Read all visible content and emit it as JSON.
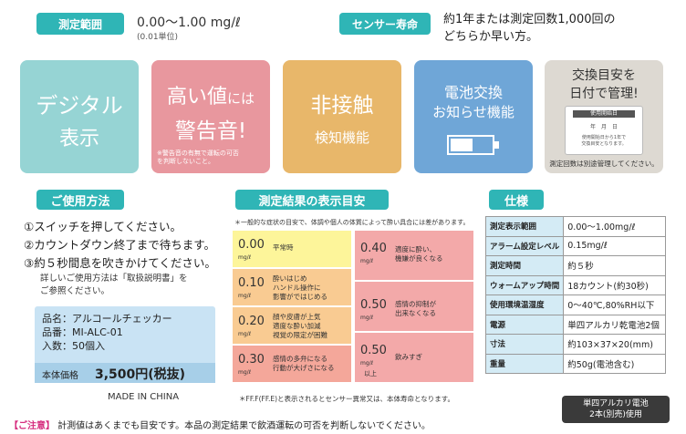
{
  "range": {
    "label": "測定範囲",
    "value": "0.00～1.00 mg/ℓ",
    "unit": "(0.01単位)"
  },
  "life": {
    "label": "センサー寿命",
    "text_line1": "約1年または測定回数1,000回の",
    "text_line2": "どちらか早い方。"
  },
  "tiles": {
    "digital": {
      "line1": "デジタル",
      "line2": "表示"
    },
    "alarm": {
      "line1a": "高い値",
      "line1b": "には",
      "line2": "警告音!",
      "note_line1": "※警告音の有無で運転の可否",
      "note_line2": "を判断しないこと。"
    },
    "noncontact": {
      "line1": "非接触",
      "line2": "検知機能"
    },
    "battery": {
      "line1": "電池交換",
      "line2": "お知らせ機能"
    },
    "replace": {
      "line1": "交換目安を",
      "line2": "日付で管理!",
      "card_title": "使用開始日",
      "card_date": "年　月　日",
      "card_text1": "使用開始日から1年で",
      "card_text2": "交換目安となります。",
      "note": "測定回数は別途管理してください。"
    }
  },
  "usage": {
    "label": "ご使用方法",
    "steps": [
      "①スイッチを押してください。",
      "②カウントダウン終了まで待ちます。",
      "③約５秒間息を吹きかけてください。"
    ],
    "note_line1": "詳しいご使用方法は「取扱説明書」を",
    "note_line2": "ご参照ください。"
  },
  "product": {
    "name": "品名：アルコールチェッカー",
    "code": "品番：MI-ALC-01",
    "qty": "入数：50個入",
    "price_label": "本体価格",
    "price_value": "3,500円(税抜)",
    "made_in": "MADE IN CHINA"
  },
  "results": {
    "label": "測定結果の表示目安",
    "note": "＊一般的な症状の目安で、体調や個人の体質によって酔い具合には差があります。",
    "unit": "mg/ℓ",
    "rows_left": [
      {
        "level": "0.00",
        "desc": [
          "平常時"
        ]
      },
      {
        "level": "0.10",
        "desc": [
          "酔いはじめ",
          "ハンドル操作に",
          "影響がではじめる"
        ]
      },
      {
        "level": "0.20",
        "desc": [
          "顔や皮膚が上気",
          "適度な酔い加減",
          "視覚の限定が困難"
        ]
      },
      {
        "level": "0.30",
        "desc": [
          "感情の多弁になる",
          "行動が大げさになる"
        ]
      }
    ],
    "rows_right": [
      {
        "level": "0.40",
        "desc": [
          "適度に酔い、",
          "機嫌が良くなる"
        ]
      },
      {
        "level": "0.50",
        "desc": [
          "感情の抑制が",
          "出来なくなる"
        ]
      },
      {
        "level": "0.50",
        "extra": "以上",
        "desc": [
          "飲みすぎ"
        ]
      }
    ],
    "footnote": "＊FF.F(FF.E)と表示されるとセンサー異常又は、本体寿命となります。"
  },
  "specs": {
    "label": "仕様",
    "rows": [
      {
        "key": "測定表示範囲",
        "value": "0.00～1.00mg/ℓ"
      },
      {
        "key": "アラーム設定レベル",
        "value": "0.15mg/ℓ"
      },
      {
        "key": "測定時間",
        "value": "約５秒"
      },
      {
        "key": "ウォームアップ時間",
        "value": "18カウント(約30秒)"
      },
      {
        "key": "使用環境温湿度",
        "value": "0～40℃,80%RH以下"
      },
      {
        "key": "電源",
        "value": "単四アルカリ乾電池2個"
      },
      {
        "key": "寸法",
        "value": "約103×37×20(mm)"
      },
      {
        "key": "重量",
        "value": "約50g(電池含む)"
      }
    ]
  },
  "battery_badge": {
    "line1": "単四アルカリ電池",
    "line2": "2本(別売)使用"
  },
  "caution": {
    "label": "【ご注意】",
    "text": "計測値はあくまでも目安です。本品の測定結果で飲酒運転の可否を判断しないでください。"
  },
  "colors": {
    "teal": "#2fb5b6",
    "row_yellow": "#fdf59a",
    "row_orange": "#f9cb92",
    "row_salmon": "#f4a79a",
    "row_pink": "#f3a9a9"
  }
}
